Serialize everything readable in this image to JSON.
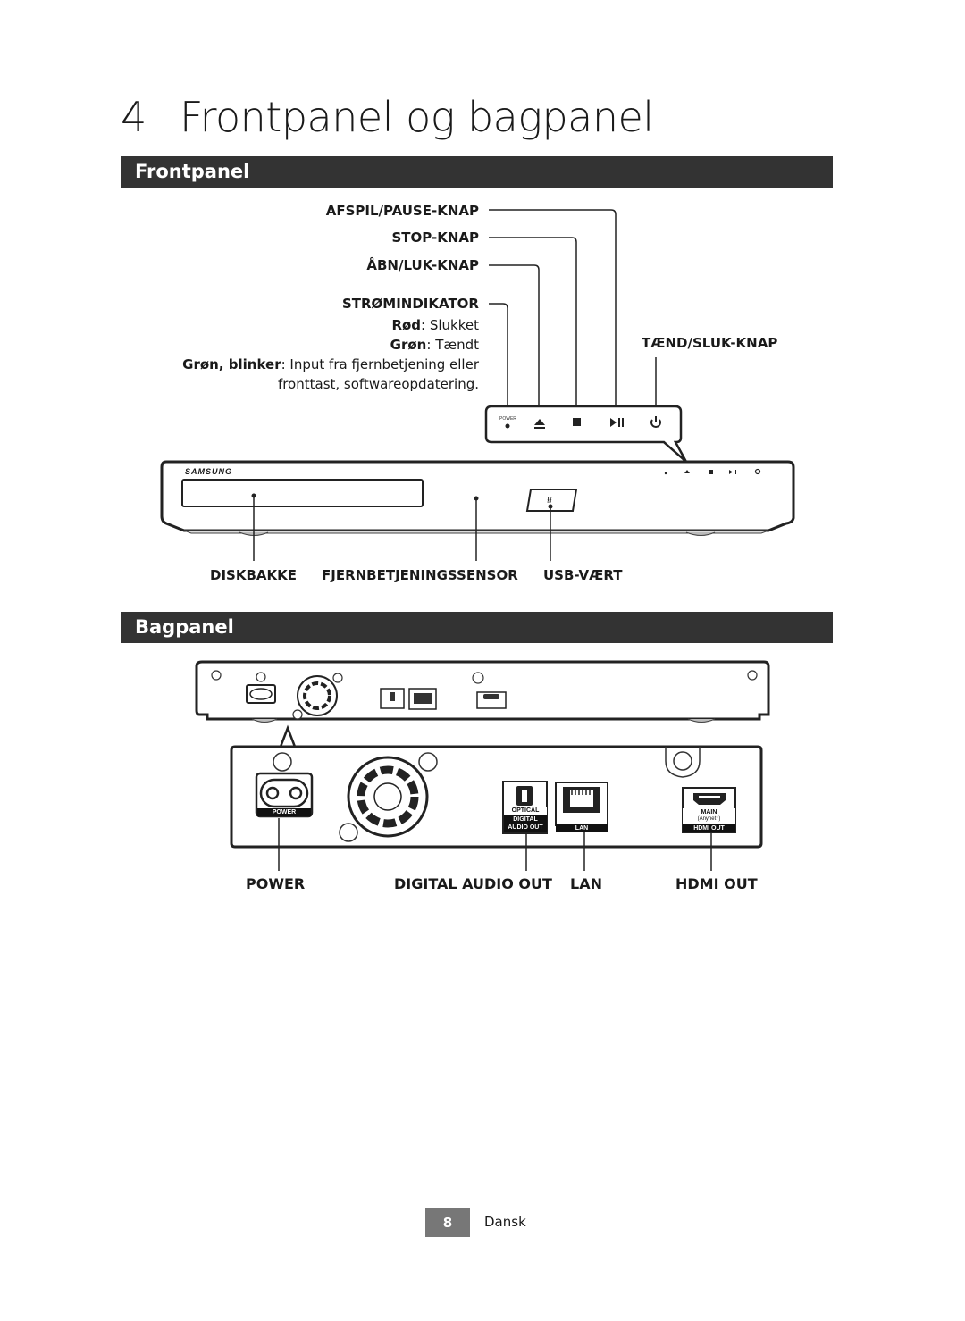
{
  "chapter": {
    "number": "4",
    "title": "Frontpanel og bagpanel"
  },
  "sections": {
    "front": "Frontpanel",
    "back": "Bagpanel"
  },
  "front_labels": {
    "play_pause": "AFSPIL/PAUSE-KNAP",
    "stop": "STOP-KNAP",
    "eject": "ÅBN/LUK-KNAP",
    "power_indicator": "STRØMINDIKATOR",
    "power_button": "TÆND/SLUK-KNAP",
    "disc_tray": "DISKBAKKE",
    "remote_sensor": "FJERNBETJENINGSSENSOR",
    "usb_host": "USB-VÆRT"
  },
  "indicator_desc": {
    "red_label": "Rød",
    "red_text": ": Slukket",
    "green_label": "Grøn",
    "green_text": ": Tændt",
    "blink_label": "Grøn, blinker",
    "blink_text": ": Input fra fjernbetjening eller",
    "blink_text2": "fronttast, softwareopdatering."
  },
  "device": {
    "brand": "SAMSUNG",
    "power_small": "POWER",
    "port_labels": {
      "power": "POWER",
      "optical": "OPTICAL",
      "digital_audio_out_1": "DIGITAL",
      "digital_audio_out_2": "AUDIO OUT",
      "lan": "LAN",
      "main": "MAIN",
      "anynet": "(Anynet⁺)",
      "hdmi_out": "HDMI OUT"
    }
  },
  "back_labels": {
    "power": "POWER",
    "digital_audio_out": "DIGITAL AUDIO OUT",
    "lan": "LAN",
    "hdmi_out": "HDMI OUT"
  },
  "footer": {
    "page": "8",
    "language": "Dansk"
  }
}
